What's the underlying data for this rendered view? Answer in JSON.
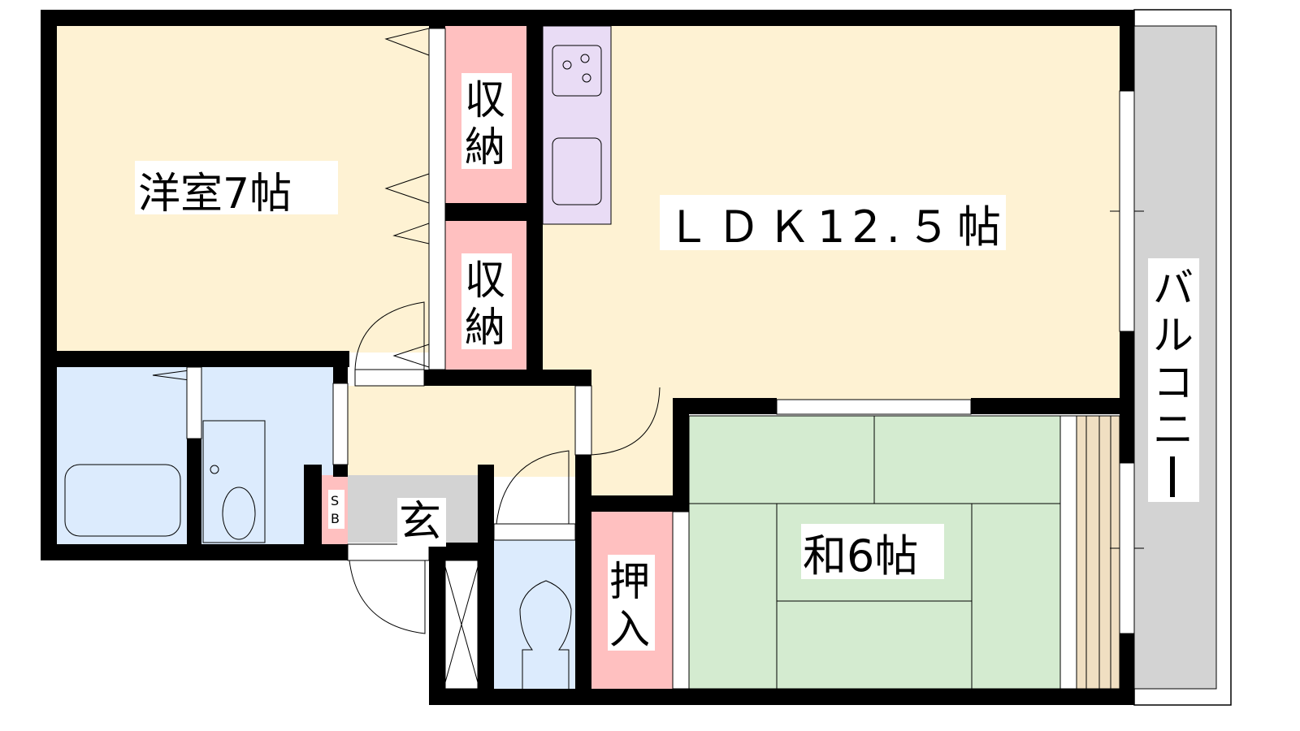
{
  "rooms": {
    "western": "洋室7帖",
    "storage_1_line1": "収",
    "storage_1_line2": "納",
    "storage_2_line1": "収",
    "storage_2_line2": "納",
    "ldk": "ＬＤＫ12.５帖",
    "japanese": "和6帖",
    "oshiire_line1": "押",
    "oshiire_line2": "入",
    "entrance": "玄",
    "shoebox_line1": "S",
    "shoebox_line2": "B",
    "balcony": [
      "バ",
      "ル",
      "コ",
      "ニ",
      "ー"
    ]
  },
  "colors": {
    "wall": "#000000",
    "living": "#fef2d3",
    "storage": "#ffc0c0",
    "kitchen": "#e9dcf5",
    "wet": "#dcebfd",
    "tatami": "#d4ebd0",
    "entrance": "#d3d3d3",
    "engawa": "#f0dfc2",
    "balcony": "#d3d3d3"
  }
}
